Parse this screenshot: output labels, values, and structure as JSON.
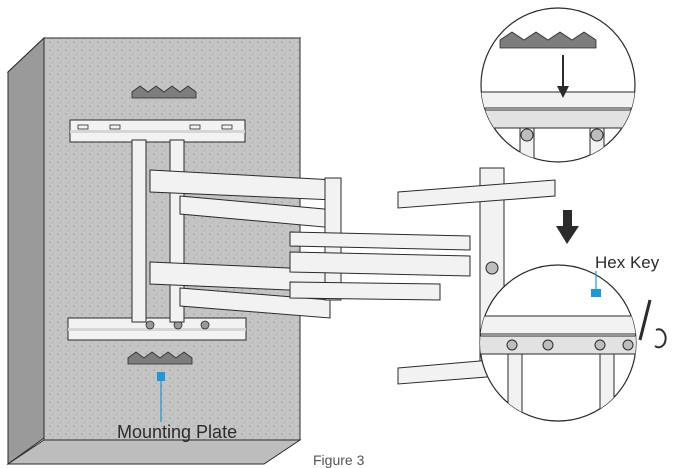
{
  "labels": {
    "hex_key": "Hex Key",
    "mounting_plate": "Mounting Plate",
    "figure": "Figure 3"
  },
  "colors": {
    "line": "#2b2b2b",
    "callout": "#1a9ad6",
    "wall_face": "#c9c9c9",
    "wall_side": "#9a9a9a",
    "wall_top": "#dcdcdc",
    "metal": "#f2f2f2",
    "plate": "#7d7d7d"
  },
  "icons": [
    "down-arrow-icon",
    "rotate-arrow-icon",
    "hex-key-icon"
  ]
}
